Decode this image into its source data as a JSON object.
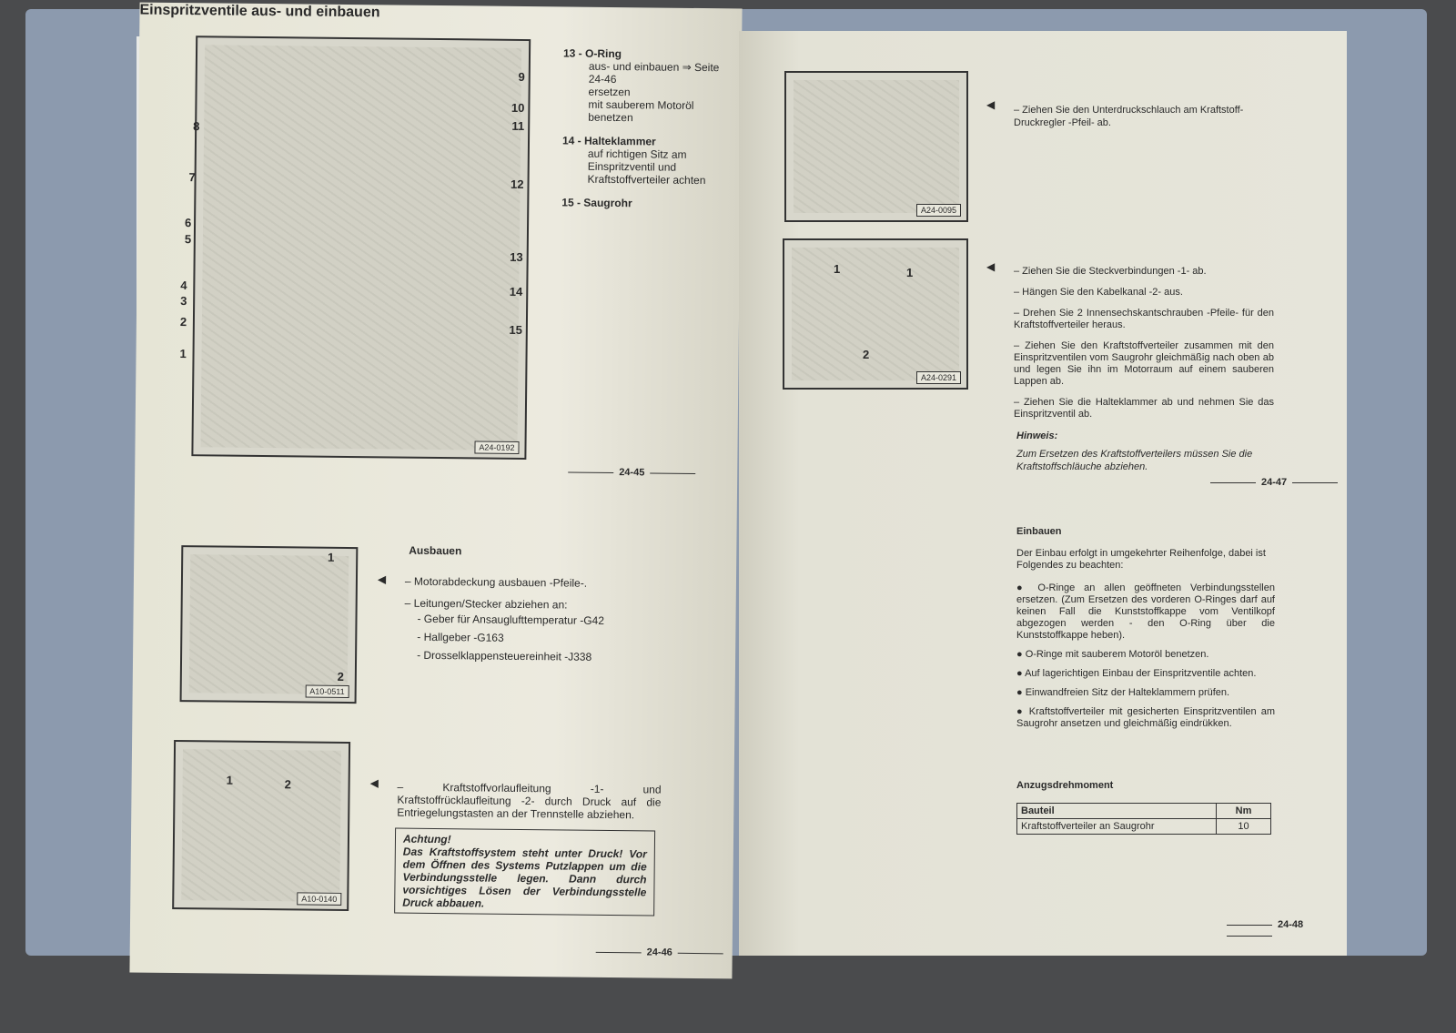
{
  "left_page": {
    "figure_top": {
      "code": "A24-0192",
      "callouts": [
        "1",
        "2",
        "3",
        "4",
        "5",
        "6",
        "7",
        "8",
        "9",
        "10",
        "11",
        "12",
        "13",
        "14",
        "15"
      ]
    },
    "legend": [
      {
        "title": "13 - O-Ring",
        "items": [
          "aus- und einbauen ⇒ Seite 24-46",
          "ersetzen",
          "mit sauberem Motoröl benetzen"
        ]
      },
      {
        "title": "14 - Halteklammer",
        "items": [
          "auf richtigen Sitz am Einspritzventil und Kraftstoffverteiler achten"
        ]
      },
      {
        "title": "15 - Saugrohr",
        "items": []
      }
    ],
    "page_number_upper": "24-45",
    "section_title": "Einspritzventile aus- und einbauen",
    "subsection": "Ausbauen",
    "steps": [
      "– Motorabdeckung ausbauen -Pfeile-.",
      "– Leitungen/Stecker abziehen an:"
    ],
    "substeps": [
      "- Geber für Ansauglufttemperatur -G42",
      "- Hallgeber -G163",
      "- Drosselklappensteuereinheit -J338"
    ],
    "figure_mid": {
      "code": "A10-0511",
      "callouts": [
        "1",
        "2"
      ]
    },
    "figure_low": {
      "code": "A10-0140",
      "callouts": [
        "1",
        "2"
      ]
    },
    "step_fuel": "– Kraftstoffvorlaufleitung -1- und Kraftstoffrücklaufleitung -2- durch Druck auf die Entriegelungstasten an der Trennstelle abziehen.",
    "warning_title": "Achtung!",
    "warning_text": "Das Kraftstoffsystem steht unter Druck! Vor dem Öffnen des Systems Putzlappen um die Verbindungsstelle legen. Dann durch vorsichtiges Lösen der Verbindungsstelle Druck abbauen.",
    "page_number_lower": "24-46"
  },
  "right_page": {
    "figure_a": {
      "code": "A24-0095"
    },
    "step_a": "– Ziehen Sie den Unterdruckschlauch am Kraftstoff-Druckregler -Pfeil- ab.",
    "figure_b": {
      "code": "A24-0291",
      "callouts": [
        "1",
        "1",
        "2"
      ]
    },
    "steps_b": [
      "– Ziehen Sie die Steckverbindungen -1- ab.",
      "– Hängen Sie den Kabelkanal -2- aus.",
      "– Drehen Sie 2 Innensechskantschrauben -Pfeile- für den Kraftstoffverteiler heraus.",
      "– Ziehen Sie den Kraftstoffverteiler zusammen mit den Einspritzventilen vom Saugrohr gleichmäßig nach oben ab und legen Sie ihn im Motorraum auf einem sauberen Lappen ab.",
      "– Ziehen Sie die Halteklammer ab und nehmen Sie das Einspritzventil ab."
    ],
    "note_title": "Hinweis:",
    "note_text": "Zum Ersetzen des Kraftstoffverteilers müssen Sie die Kraftstoffschläuche abziehen.",
    "page_number_upper": "24-47",
    "install_title": "Einbauen",
    "install_intro": "Der Einbau erfolgt in umgekehrter Reihenfolge, dabei ist Folgendes zu beachten:",
    "install_bullets": [
      "O-Ringe an allen geöffneten Verbindungsstellen ersetzen. (Zum Ersetzen des vorderen O-Ringes darf auf keinen Fall die Kunststoffkappe vom Ventilkopf abgezogen werden - den O-Ring über die Kunststoffkappe heben).",
      "O-Ringe mit sauberem Motoröl benetzen.",
      "Auf lagerichtigen Einbau der Einspritzventile achten.",
      "Einwandfreien Sitz der Halteklammern prüfen.",
      "Kraftstoffverteiler mit gesicherten Einspritzventilen am Saugrohr ansetzen und gleichmäßig eindrükken."
    ],
    "torque_title": "Anzugsdrehmoment",
    "torque_table": {
      "headers": [
        "Bauteil",
        "Nm"
      ],
      "rows": [
        [
          "Kraftstoffverteiler an Saugrohr",
          "10"
        ]
      ]
    },
    "page_number_lower": "24-48"
  }
}
